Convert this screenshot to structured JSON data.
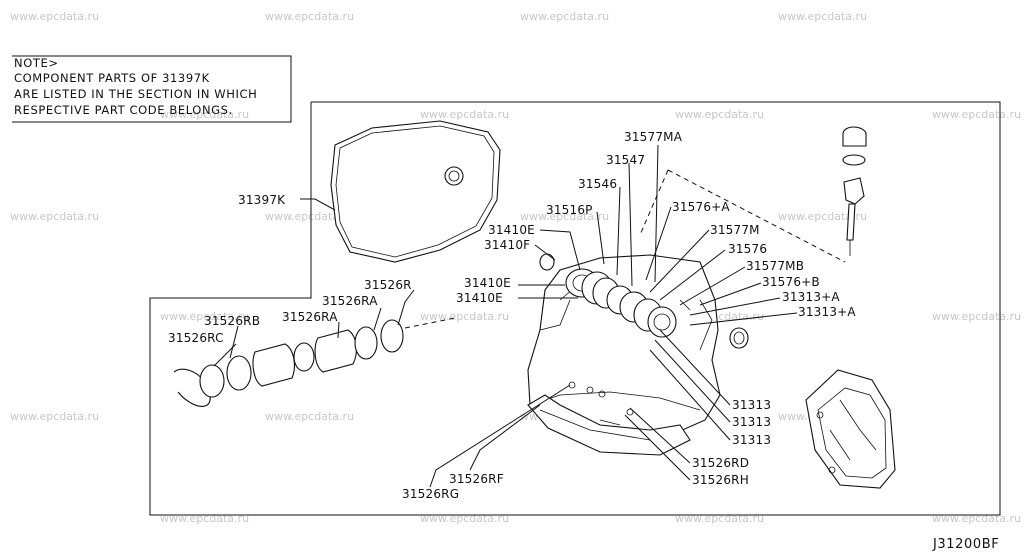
{
  "watermark": "www.epcdata.ru",
  "note": {
    "lines": [
      "NOTE>",
      "COMPONENT PARTS OF  31397K",
      "ARE LISTED IN THE SECTION IN WHICH",
      "RESPECTIVE PART CODE BELONGS."
    ]
  },
  "diagram_code": "J31200BF",
  "labels": {
    "p31397K": "31397K",
    "p31526R": "31526R",
    "p31526RA_1": "31526RA",
    "p31526RA_2": "31526RA",
    "p31526RB": "31526RB",
    "p31526RC": "31526RC",
    "p31577MA": "31577MA",
    "p31547": "31547",
    "p31546": "31546",
    "p31516P": "31516P",
    "p31410E_1": "31410E",
    "p31410F": "31410F",
    "p31410E_2": "31410E",
    "p31410E_3": "31410E",
    "p31576A": "31576+A",
    "p31577M": "31577M",
    "p31576": "31576",
    "p31577MB": "31577MB",
    "p31576B": "31576+B",
    "p31313A_1": "31313+A",
    "p31313A_2": "31313+A",
    "p31313_1": "31313",
    "p31313_2": "31313",
    "p31313_3": "31313",
    "p31526RD": "31526RD",
    "p31526RH": "31526RH",
    "p31526RF": "31526RF",
    "p31526RG": "31526RG"
  }
}
